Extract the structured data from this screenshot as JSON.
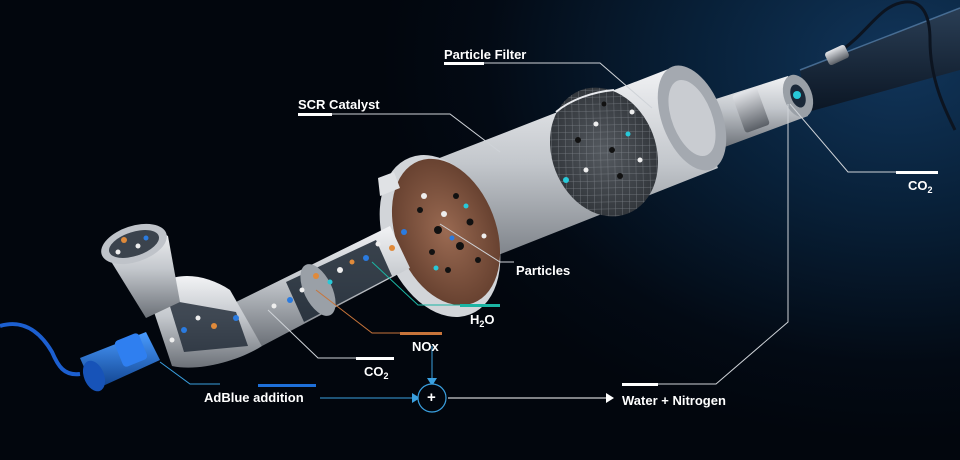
{
  "labels": {
    "particle_filter": "Particle Filter",
    "scr_catalyst": "SCR Catalyst",
    "particles": "Particles",
    "h2o_main": "H",
    "h2o_sub": "2",
    "h2o_end": "O",
    "nox": "NOx",
    "co2_left_main": "CO",
    "co2_left_sub": "2",
    "co2_right_main": "CO",
    "co2_right_sub": "2",
    "adblue": "AdBlue addition",
    "plus": "+",
    "water_nitrogen": "Water + Nitrogen"
  },
  "colors": {
    "background": "#02060d",
    "glow": "#11355a",
    "metal": "#c9ccd1",
    "soot_brown": "#8a5a44",
    "adblue_blue": "#1e6fd8",
    "h2o_teal": "#1bb5a3",
    "nox_orange": "#c8743a",
    "line_white": "#ffffff",
    "flow_blue": "#3aa0e0"
  }
}
